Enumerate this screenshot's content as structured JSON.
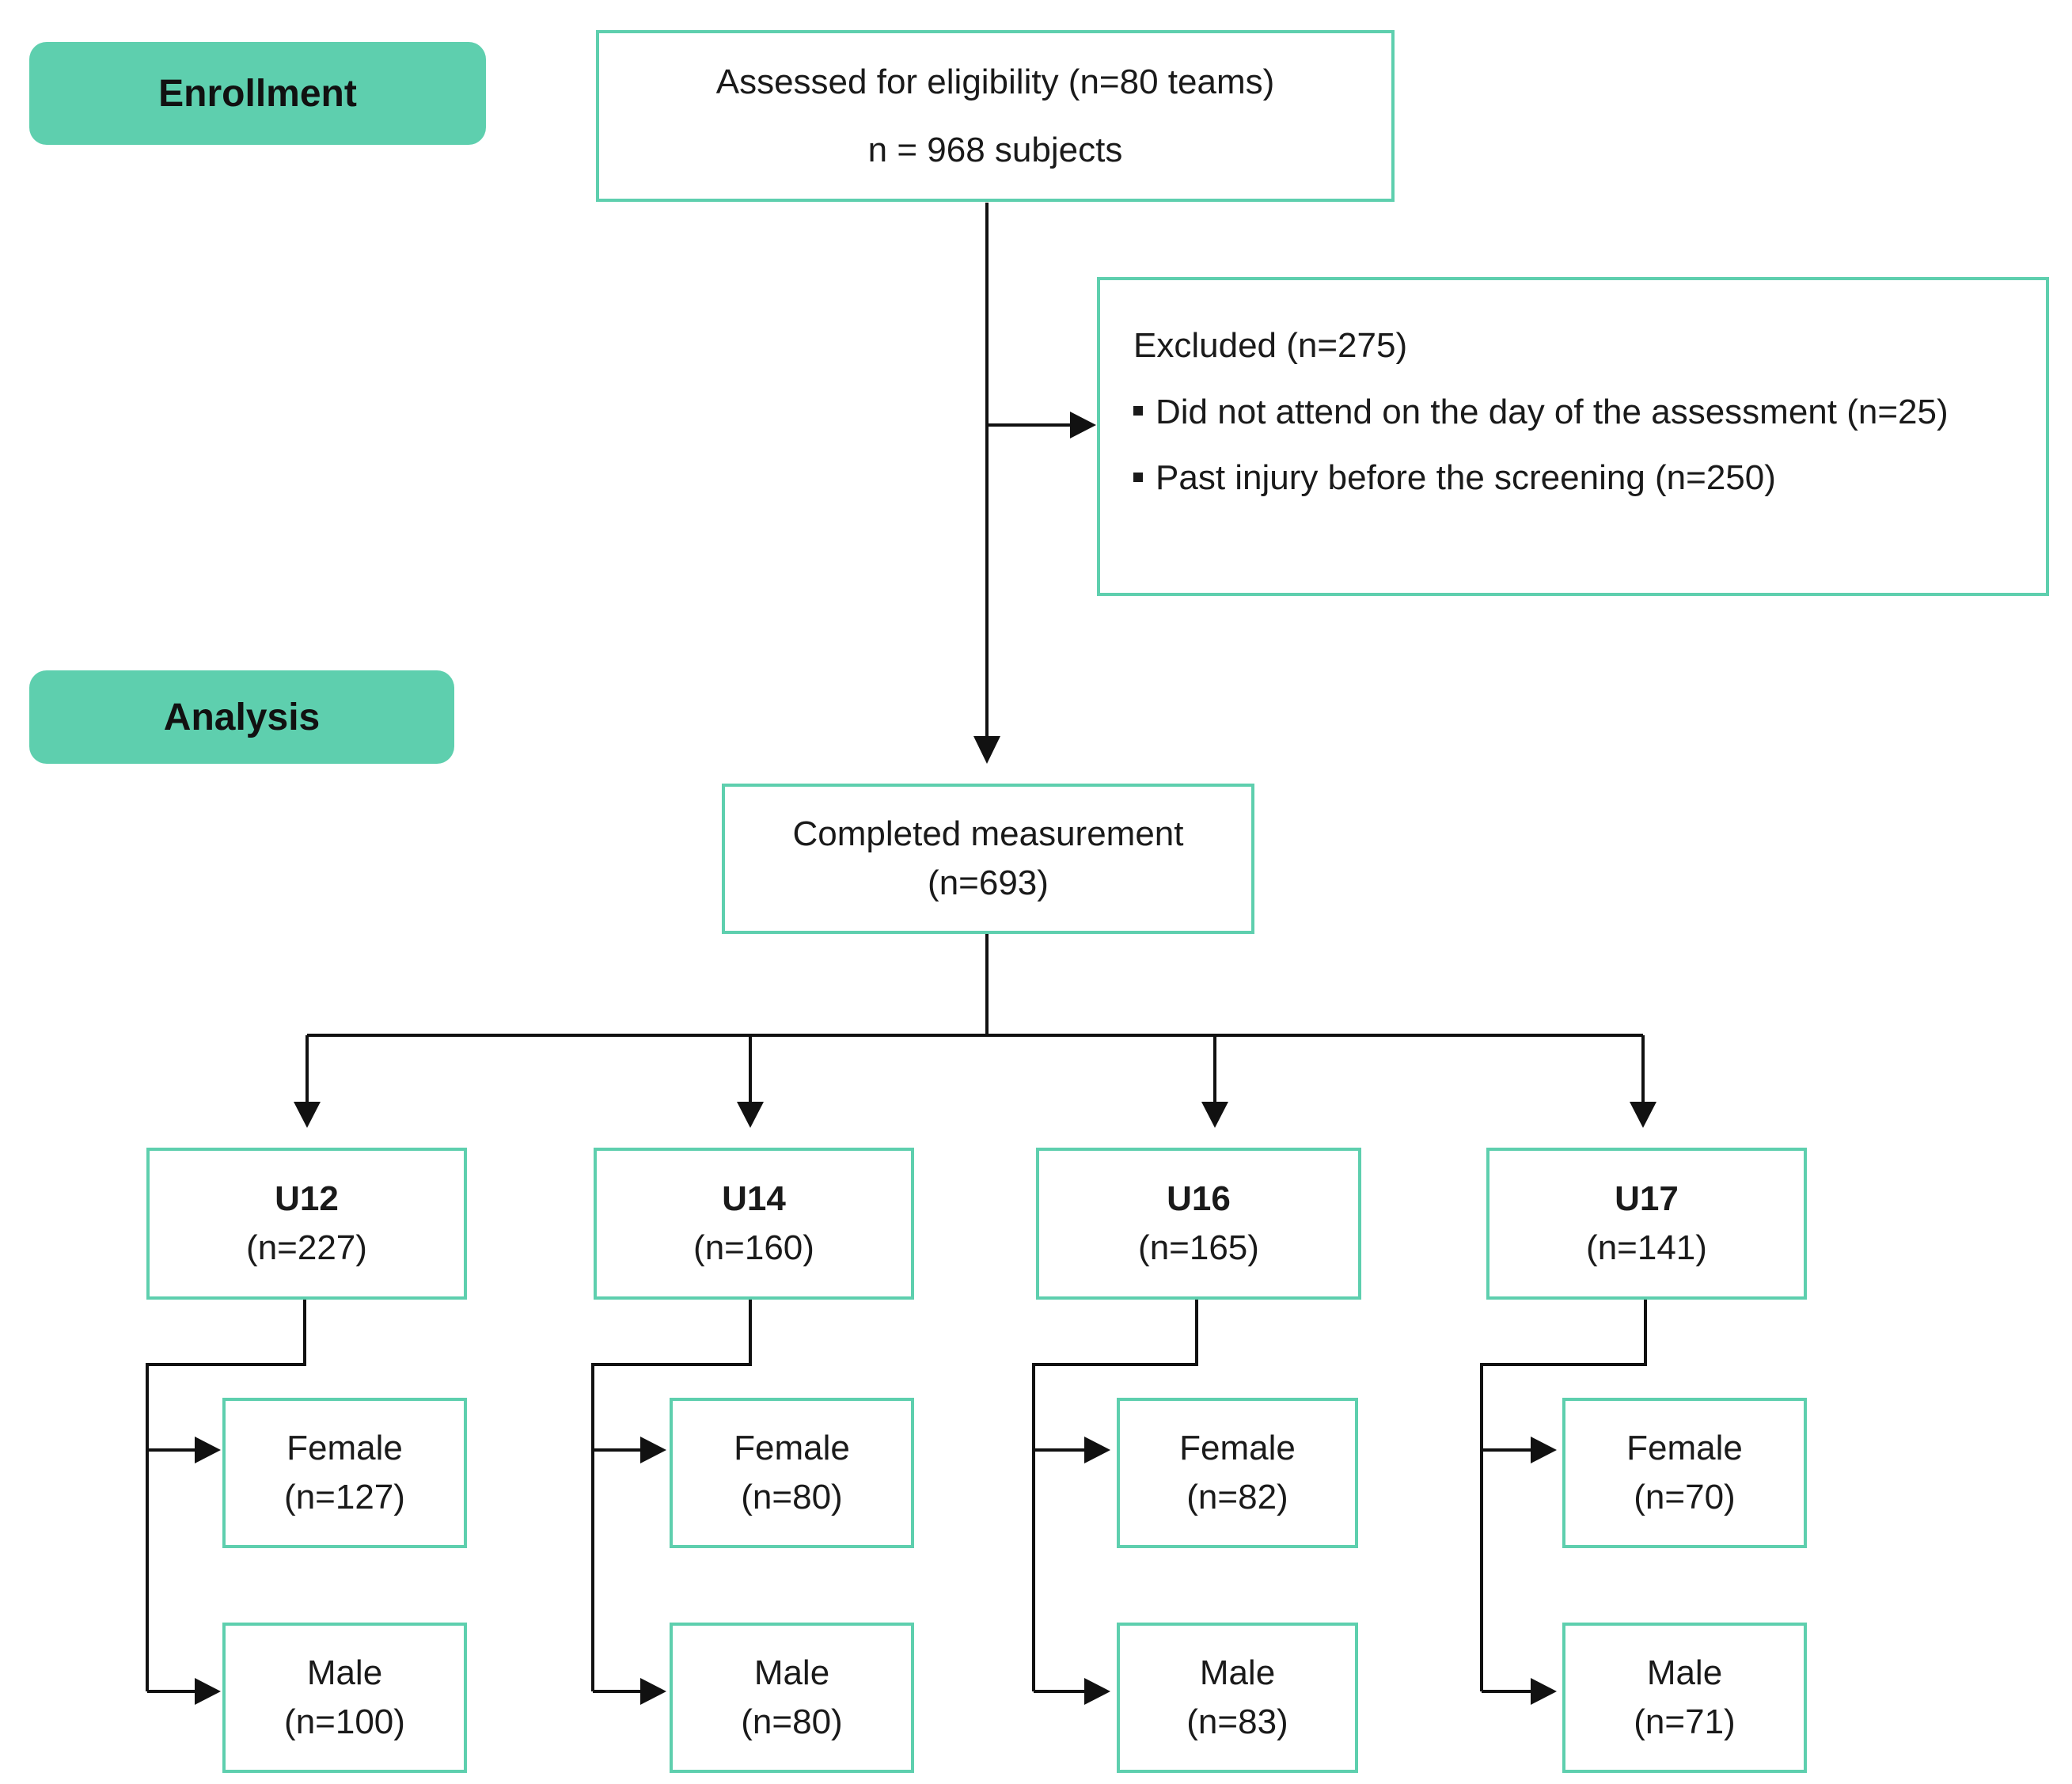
{
  "stages": {
    "enrollment": "Enrollment",
    "analysis": "Analysis"
  },
  "assessed": {
    "line1": "Assessed for eligibility (n=80 teams)",
    "line2": "n = 968 subjects"
  },
  "excluded": {
    "title": "Excluded (n=275)",
    "items": [
      "Did not attend on the day of the assessment (n=25)",
      "Past injury before the screening (n=250)"
    ]
  },
  "completed": {
    "line1": "Completed measurement",
    "line2": "(n=693)"
  },
  "groups": [
    {
      "name": "U12",
      "n": "(n=227)",
      "female_label": "Female",
      "female_n": "(n=127)",
      "male_label": "Male",
      "male_n": "(n=100)"
    },
    {
      "name": "U14",
      "n": "(n=160)",
      "female_label": "Female",
      "female_n": "(n=80)",
      "male_label": "Male",
      "male_n": "(n=80)"
    },
    {
      "name": "U16",
      "n": "(n=165)",
      "female_label": "Female",
      "female_n": "(n=82)",
      "male_label": "Male",
      "male_n": "(n=83)"
    },
    {
      "name": "U17",
      "n": "(n=141)",
      "female_label": "Female",
      "female_n": "(n=70)",
      "male_label": "Male",
      "male_n": "(n=71)"
    }
  ],
  "colors": {
    "accent": "#5ecfae",
    "line": "#111111"
  }
}
